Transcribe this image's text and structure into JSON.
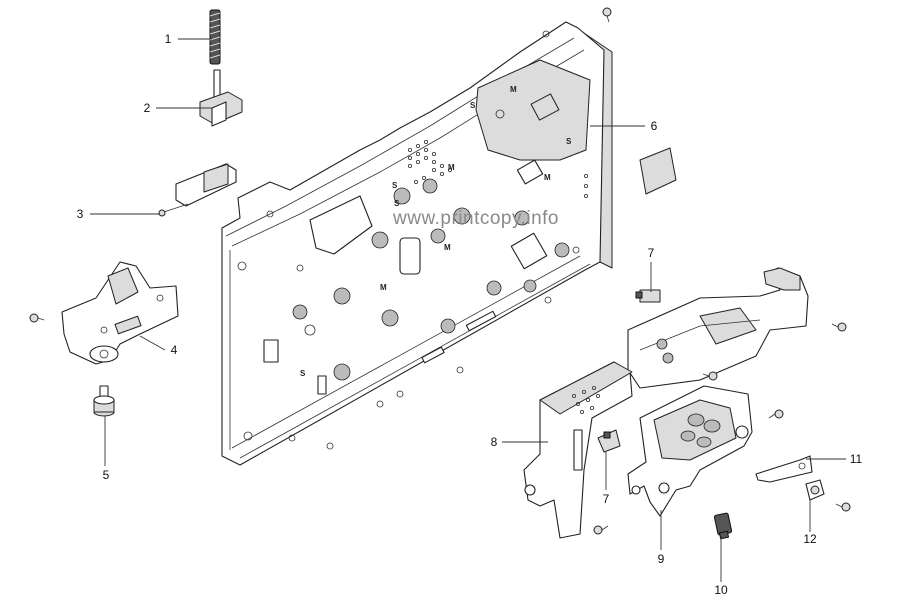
{
  "diagram": {
    "watermark": "www.printcopy.info",
    "callouts": [
      "1",
      "2",
      "3",
      "4",
      "5",
      "6",
      "7",
      "7",
      "8",
      "9",
      "10",
      "11",
      "12"
    ],
    "frame_marks": [
      "S",
      "S",
      "M",
      "M",
      "M",
      "M",
      "S",
      "S",
      "M",
      "S"
    ]
  }
}
